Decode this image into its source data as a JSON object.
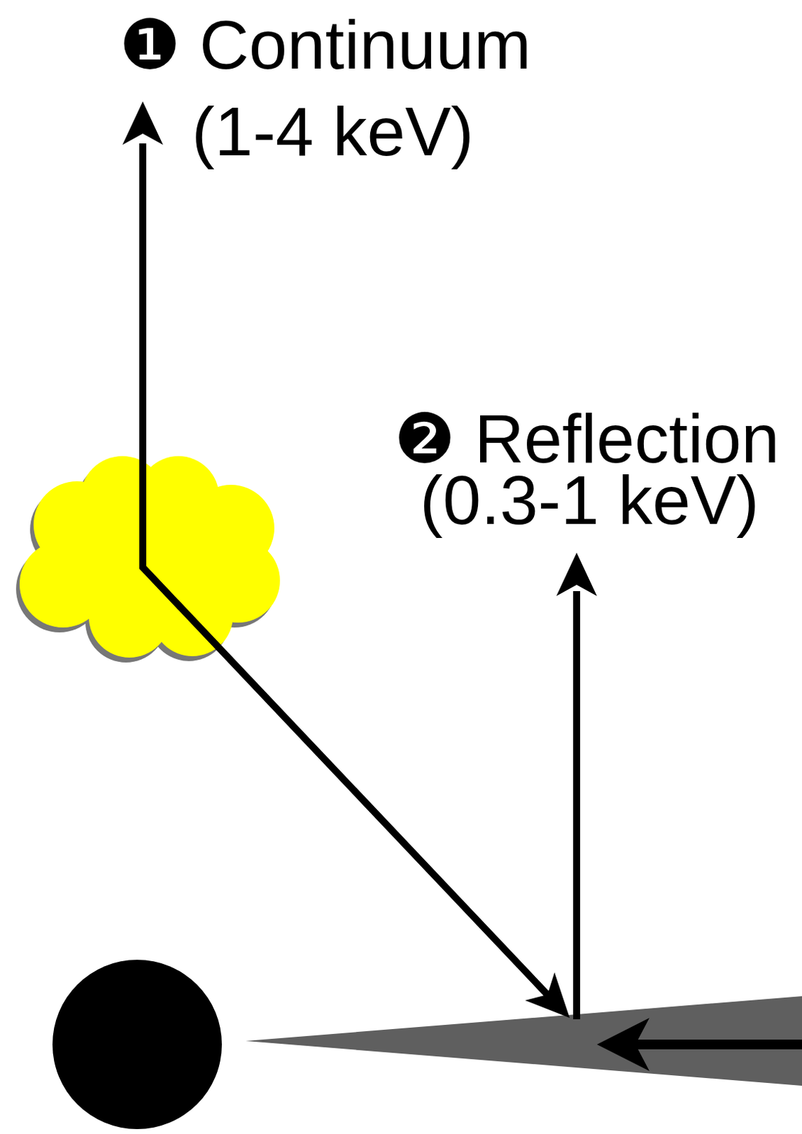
{
  "diagram": {
    "labels": [
      "❶ Continuum",
      "(1-4 keV)",
      "❷ Reflection",
      "(0.3-1 keV)"
    ]
  }
}
